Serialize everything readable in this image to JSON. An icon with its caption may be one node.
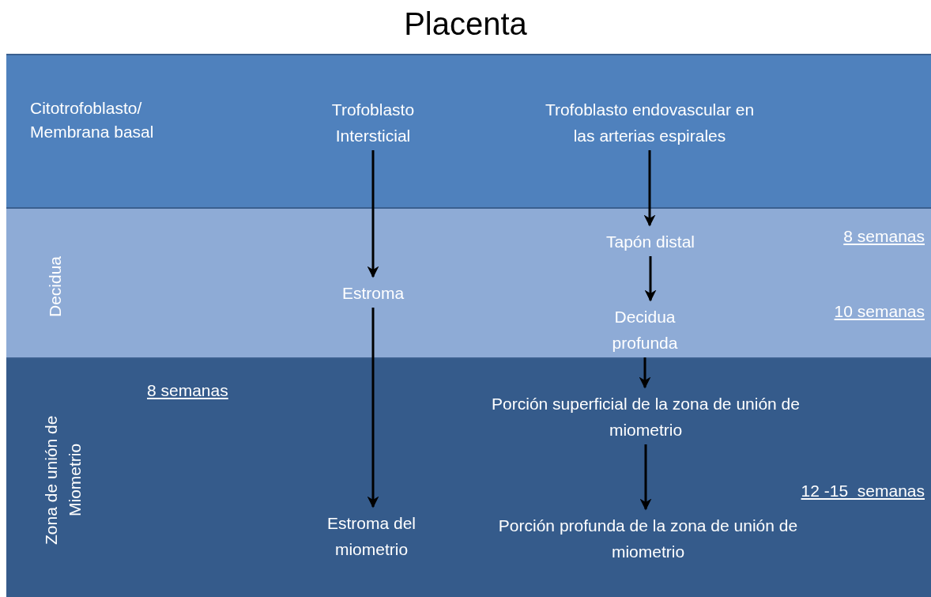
{
  "diagram": {
    "title": "Placenta",
    "nodes": [
      {
        "text": [
          "Citotrofoblasto/ Membrana basal"
        ]
      },
      {
        "text": [
          "Decidua"
        ]
      },
      {
        "text": [
          "Zona de unión de Miometrio"
        ]
      },
      {
        "text": [
          "Trofoblasto Intersticial"
        ],
        "in": 0
      },
      {
        "text": [
          "Trofoblasto endovascular en las arterias espirales"
        ],
        "in": 0
      },
      {
        "text": [
          "Tapón distal"
        ],
        "in": 1
      },
      {
        "text": [
          "Estroma"
        ],
        "in": 1
      },
      {
        "text": [
          "Decidua profunda"
        ],
        "in": 1
      },
      {
        "text": [
          "Porción superficial de la zona de unión de miometrio"
        ],
        "in": 2
      },
      {
        "text": [
          "Estroma del miometrio"
        ],
        "in": 2
      },
      {
        "text": [
          "Porción profunda de la zona de unión de miometrio"
        ],
        "in": 2
      }
    ],
    "edges": [
      {
        "from": 3,
        "to": 6,
        "arrow": "to"
      },
      {
        "from": 6,
        "to": 9,
        "arrow": "to"
      },
      {
        "from": 4,
        "to": 5,
        "arrow": "to"
      },
      {
        "from": 5,
        "to": 7,
        "arrow": "to"
      },
      {
        "from": 7,
        "to": 8,
        "arrow": "to"
      },
      {
        "from": 8,
        "to": 10,
        "arrow": "to"
      }
    ],
    "labels": [
      "8 semanas",
      "10 semanas",
      "8 semanas",
      "12 -15  semanas"
    ]
  }
}
